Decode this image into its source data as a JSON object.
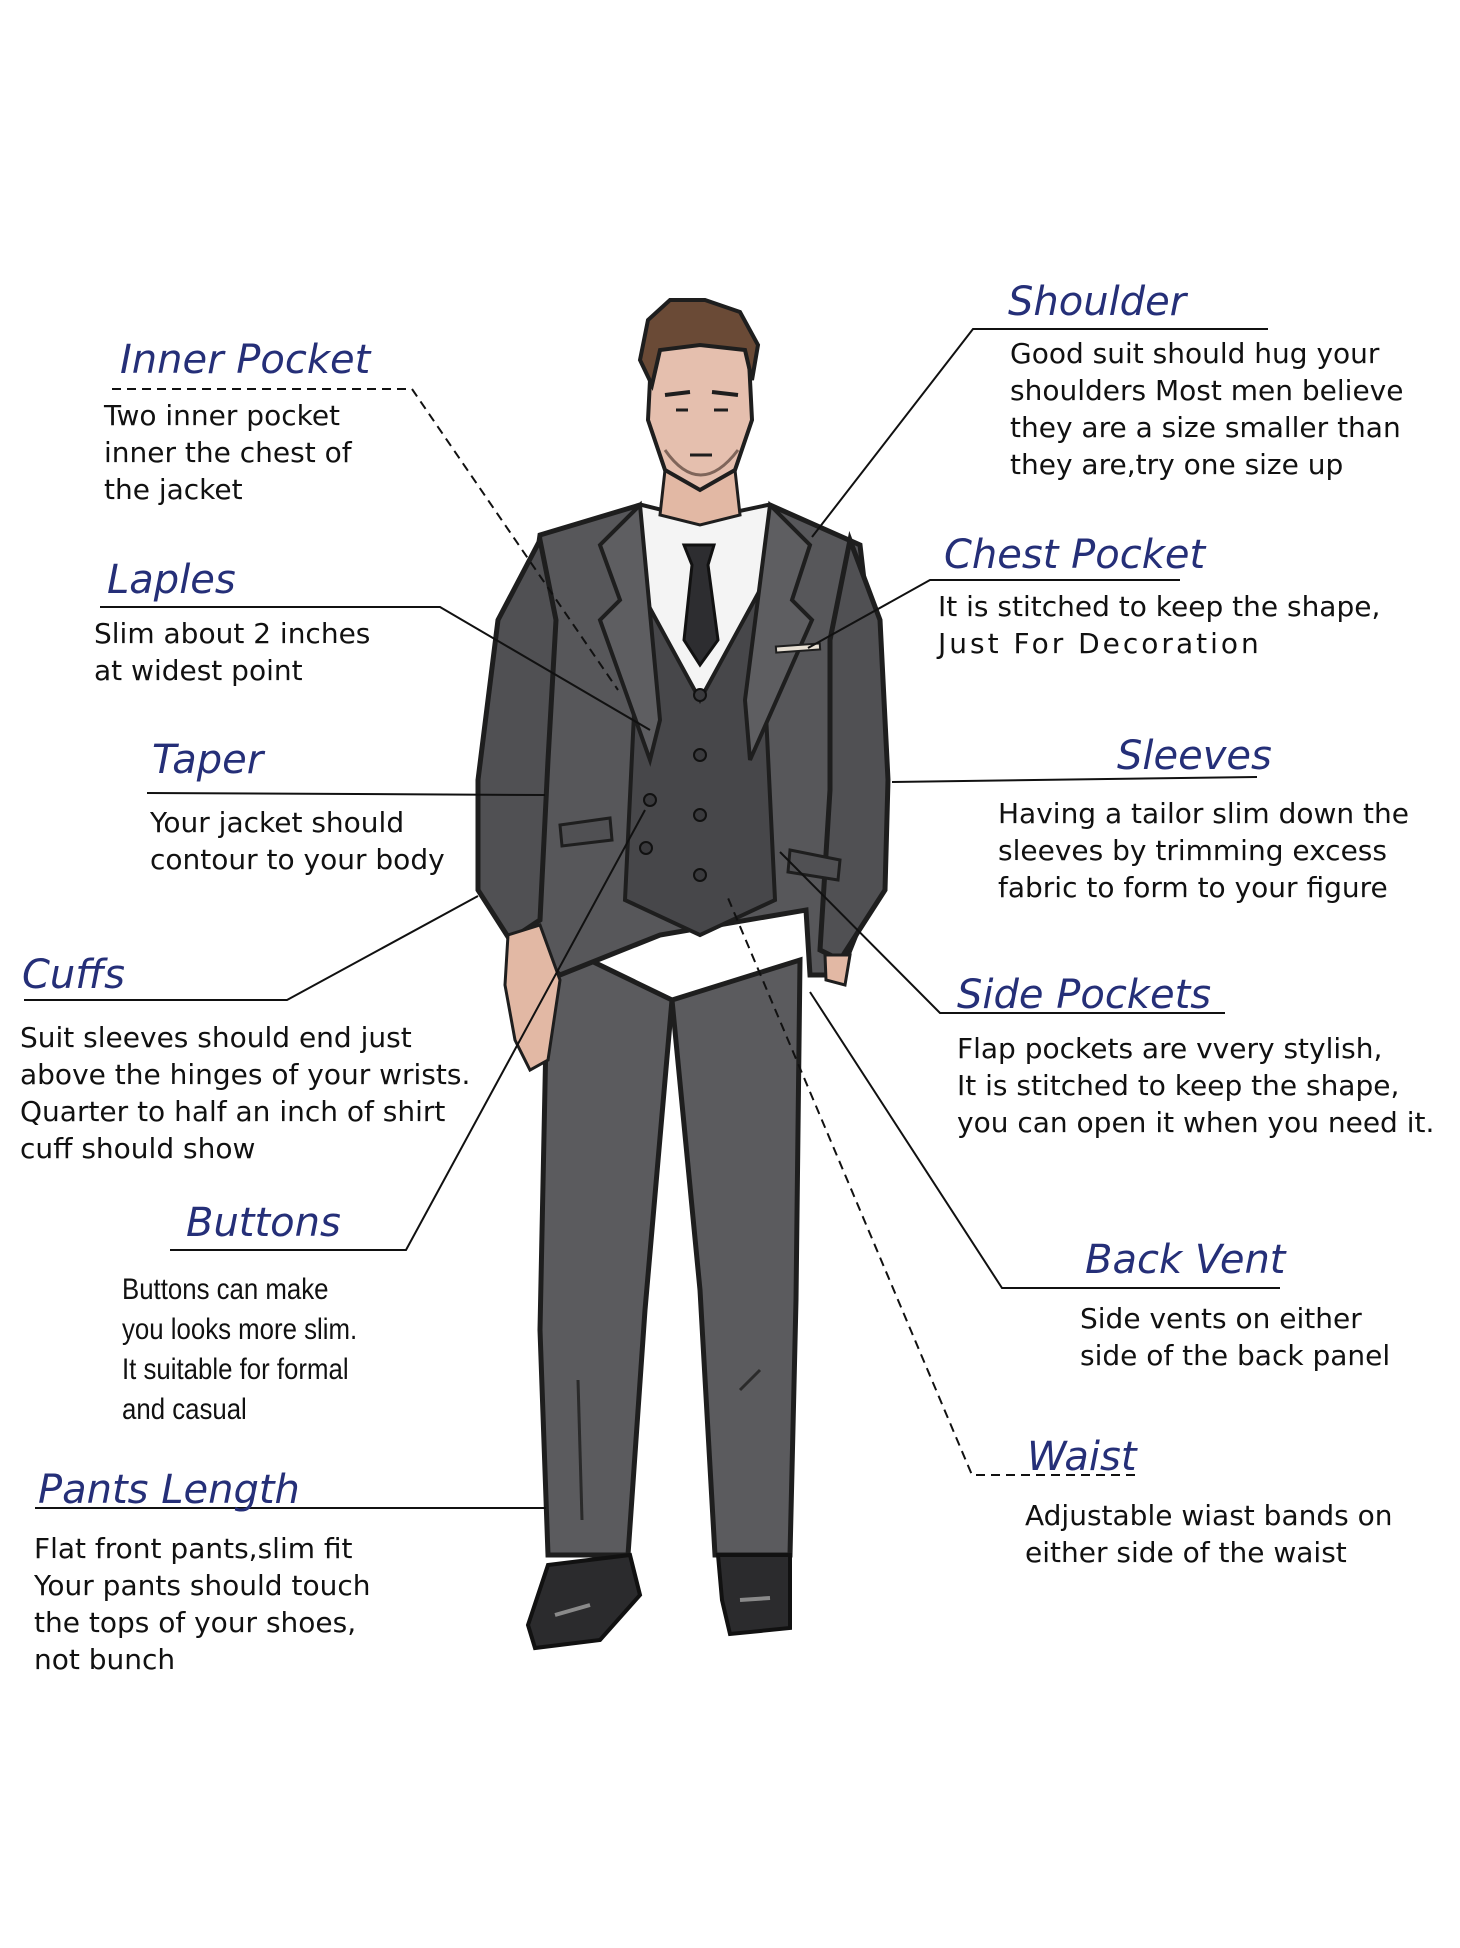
{
  "diagram": {
    "subject": "Men's three-piece suit anatomy",
    "colors": {
      "title": "#252f78",
      "text": "#111111",
      "suit": "#57575a",
      "suit_dark": "#3c3c3f",
      "outline": "#1e1e1e",
      "skin": "#e2b8a4",
      "hair": "#6a4a36",
      "shirt": "#f4f4f4"
    },
    "left_labels": [
      {
        "id": "inner-pocket",
        "title": "Inner Pocket",
        "lines": [
          "Two inner pocket",
          "inner the chest of",
          "the jacket"
        ]
      },
      {
        "id": "laples",
        "title": "Laples",
        "lines": [
          "Slim about 2 inches",
          "at widest point"
        ]
      },
      {
        "id": "taper",
        "title": "Taper",
        "lines": [
          "Your jacket should",
          "contour to your body"
        ]
      },
      {
        "id": "cuffs",
        "title": "Cuffs",
        "lines": [
          "Suit sleeves should end just",
          "above the hinges of your wrists.",
          "Quarter to half an inch of shirt",
          "cuff should show"
        ]
      },
      {
        "id": "buttons",
        "title": "Buttons",
        "lines": [
          "Buttons can make",
          "you looks more slim.",
          "It suitable for formal",
          "and casual"
        ]
      },
      {
        "id": "pants-length",
        "title": "Pants Length",
        "lines": [
          "Flat front pants,slim fit",
          "Your pants should touch",
          "the tops of your shoes,",
          "not bunch"
        ]
      }
    ],
    "right_labels": [
      {
        "id": "shoulder",
        "title": "Shoulder",
        "lines": [
          "Good suit should hug your",
          "shoulders Most men believe",
          "they are a size smaller than",
          "they are,try one size up"
        ]
      },
      {
        "id": "chest-pocket",
        "title": "Chest Pocket",
        "lines": [
          "It is stitched to keep the shape,",
          "Just For Decoration"
        ]
      },
      {
        "id": "sleeves",
        "title": "Sleeves",
        "lines": [
          "Having a tailor slim down the",
          "sleeves by trimming excess",
          "fabric to form to your figure"
        ]
      },
      {
        "id": "side-pockets",
        "title": "Side Pockets",
        "lines": [
          "Flap pockets are vvery stylish,",
          "It is stitched to keep the shape,",
          "you can open it when you need it."
        ]
      },
      {
        "id": "back-vent",
        "title": "Back Vent",
        "lines": [
          "Side vents on either",
          "side of the back panel"
        ]
      },
      {
        "id": "waist",
        "title": "Waist",
        "lines": [
          "Adjustable wiast bands on",
          "either side of the waist"
        ]
      }
    ]
  }
}
